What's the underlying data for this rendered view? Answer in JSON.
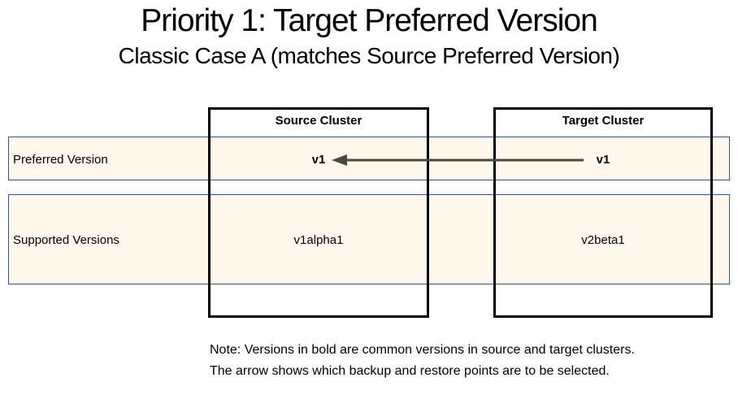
{
  "slide": {
    "title": "Priority 1: Target Preferred Version",
    "subtitle": "Classic Case A (matches Source Preferred Version)"
  },
  "diagram": {
    "columns": {
      "source_header": "Source Cluster",
      "target_header": "Target Cluster"
    },
    "preferred_row": {
      "label": "Preferred Version",
      "source_value": "v1",
      "target_value": "v1"
    },
    "supported_row": {
      "label": "Supported Versions",
      "source_value": "v1alpha1",
      "target_value": "v2beta1"
    },
    "arrow": {
      "from": "Target Cluster v1",
      "to": "Source Cluster v1"
    }
  },
  "note": {
    "line1": "Note: Versions in bold are common versions in source and target clusters.",
    "line2": "The arrow shows which backup and restore points are to be selected."
  },
  "colors": {
    "band_fill": "#FDF8EB",
    "band_border": "#2E5493",
    "box_border": "#000000",
    "arrow": "#4A4A3C",
    "text": "#000000"
  }
}
